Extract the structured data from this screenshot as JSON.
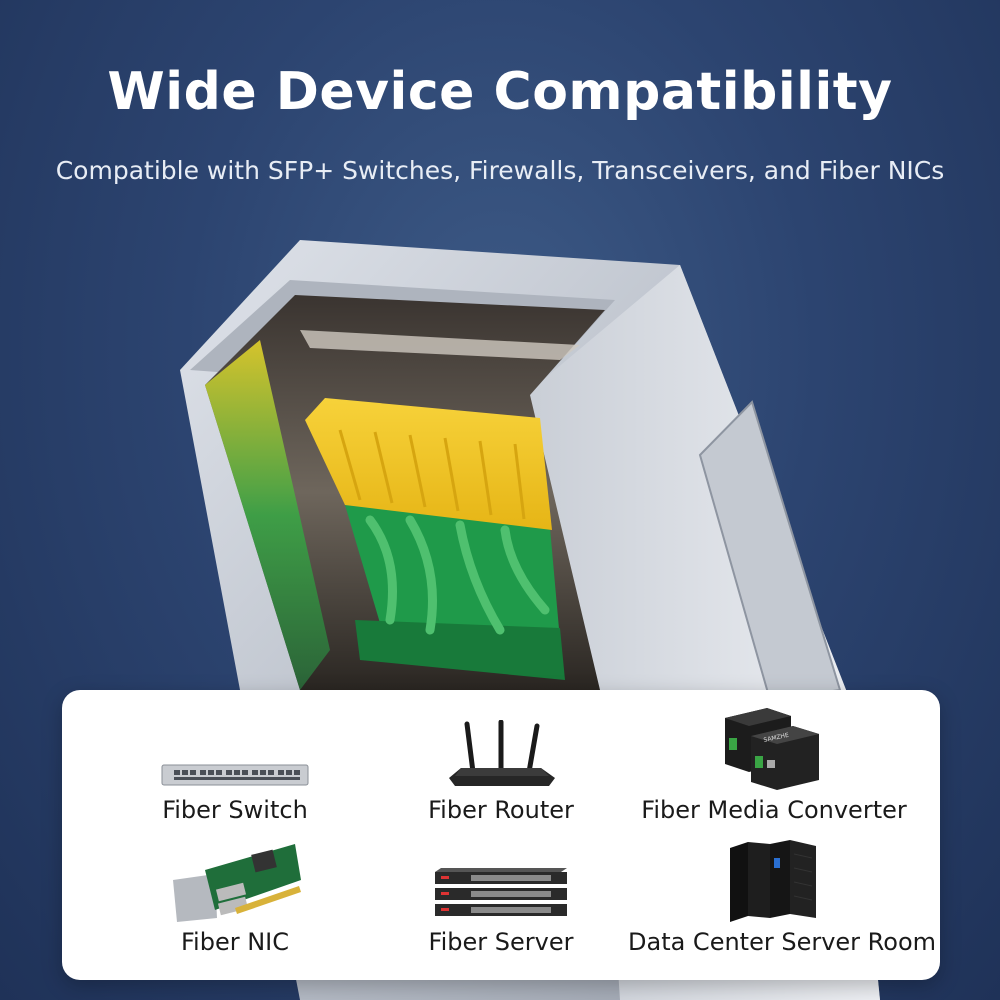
{
  "header": {
    "title": "Wide Device Compatibility",
    "subtitle": "Compatible with SFP+ Switches, Firewalls, Transceivers, and Fiber NICs"
  },
  "devices": [
    {
      "label": "Fiber Switch",
      "icon": "fiber-switch-icon"
    },
    {
      "label": "Fiber Router",
      "icon": "fiber-router-icon"
    },
    {
      "label": "Fiber Media Converter",
      "icon": "media-converter-icon"
    },
    {
      "label": "Fiber NIC",
      "icon": "fiber-nic-icon"
    },
    {
      "label": "Fiber Server",
      "icon": "fiber-server-icon"
    },
    {
      "label": "Data Center Server Room",
      "icon": "server-room-icon"
    }
  ],
  "colors": {
    "background": "#2c4470",
    "panel": "#ffffff",
    "contacts": "#f2c21b",
    "pcb": "#1f9a4a"
  }
}
